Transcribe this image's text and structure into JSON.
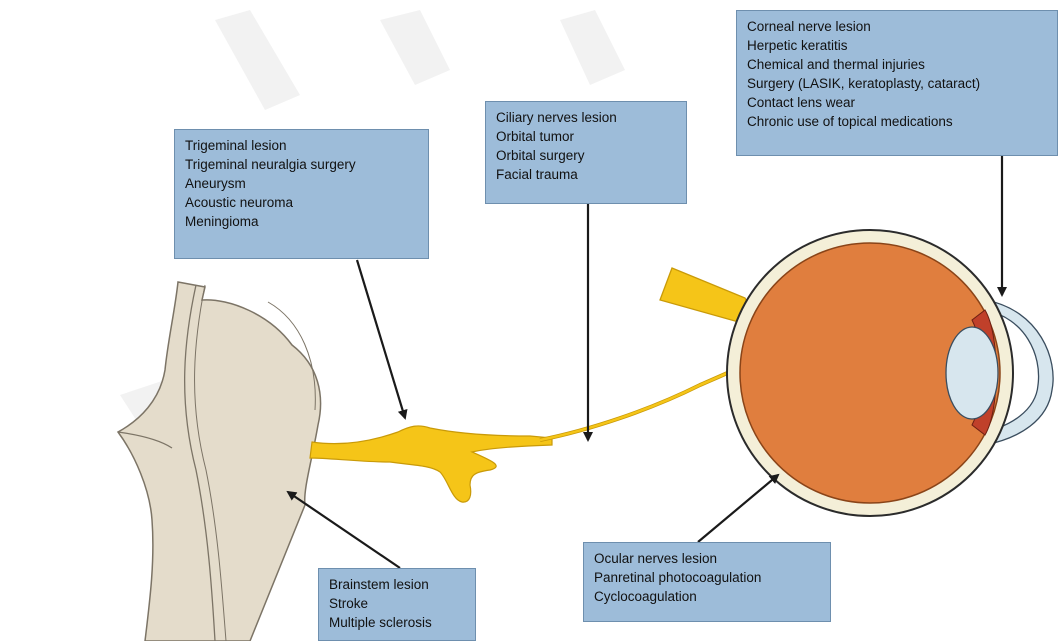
{
  "colors": {
    "box_fill": "#9dbcd9",
    "box_border": "#6e8fae",
    "nerve": "#f5c518",
    "eye_globe": "#e07e3e",
    "lens": "#d7e6ee",
    "brainstem": "#e4dccb",
    "arrow": "#1a1a1a"
  },
  "boxes": {
    "trigeminal": {
      "lines": [
        "Trigeminal lesion",
        "Trigeminal neuralgia surgery",
        "Aneurysm",
        "Acoustic neuroma",
        "Meningioma"
      ]
    },
    "ciliary": {
      "lines": [
        "Ciliary nerves lesion",
        "Orbital tumor",
        "Orbital surgery",
        "Facial trauma"
      ]
    },
    "corneal": {
      "lines": [
        "Corneal nerve lesion",
        "Herpetic keratitis",
        "Chemical and thermal injuries",
        "Surgery (LASIK, keratoplasty, cataract)",
        "Contact lens wear",
        "Chronic use of topical medications"
      ]
    },
    "brainstem": {
      "lines": [
        "Brainstem lesion",
        "Stroke",
        "Multiple sclerosis"
      ]
    },
    "ocular": {
      "lines": [
        "Ocular nerves lesion",
        "Panretinal photocoagulation",
        "Cyclocoagulation"
      ]
    }
  }
}
